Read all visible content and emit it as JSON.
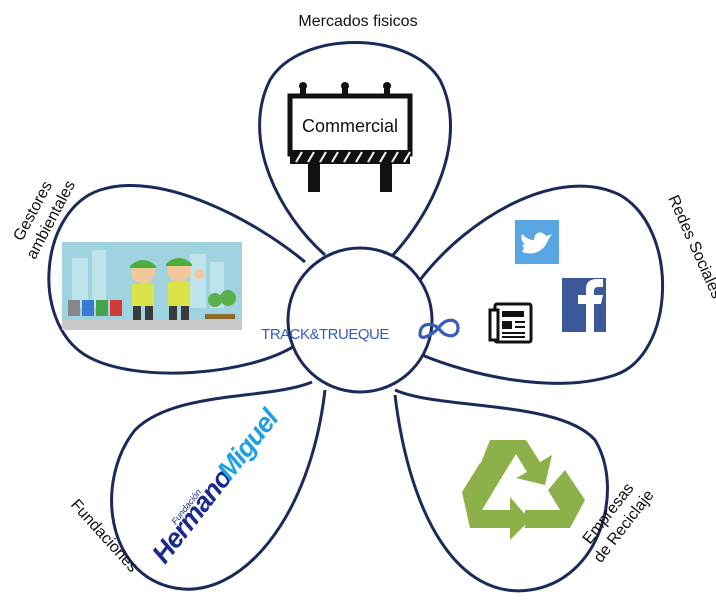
{
  "center": {
    "logo_text": "TRACK&TRUEQUE",
    "logo_symbol": "infinity-loop-icon"
  },
  "petals": [
    {
      "id": "mercados",
      "label": "Mercados fisicos",
      "icon": "billboard-icon",
      "billboard_text": "Commercial"
    },
    {
      "id": "redes",
      "label": "Redes Sociales",
      "icons": [
        "twitter-icon",
        "facebook-icon",
        "newspaper-icon"
      ]
    },
    {
      "id": "empresas",
      "label_line1": "Empresas",
      "label_line2": "de Reciclaje",
      "icon": "recycle-icon"
    },
    {
      "id": "fundaciones",
      "label": "Fundaciones",
      "logo_small": "Fundación",
      "logo_main_1": "Hermano",
      "logo_main_2": "Miguel"
    },
    {
      "id": "gestores",
      "label_line1": "Gestores",
      "label_line2": "ambientales",
      "icon": "recycling-workers-illustration"
    }
  ],
  "colors": {
    "outline": "#1b2a5a",
    "logo_blue": "#3a5cb8",
    "twitter": "#5aa6e3",
    "facebook": "#3b5998",
    "recycle": "#8cb04a",
    "hm_dark": "#1a2a8c",
    "hm_light": "#1fa0e3",
    "illustration_sky": "#9fd3e0"
  }
}
